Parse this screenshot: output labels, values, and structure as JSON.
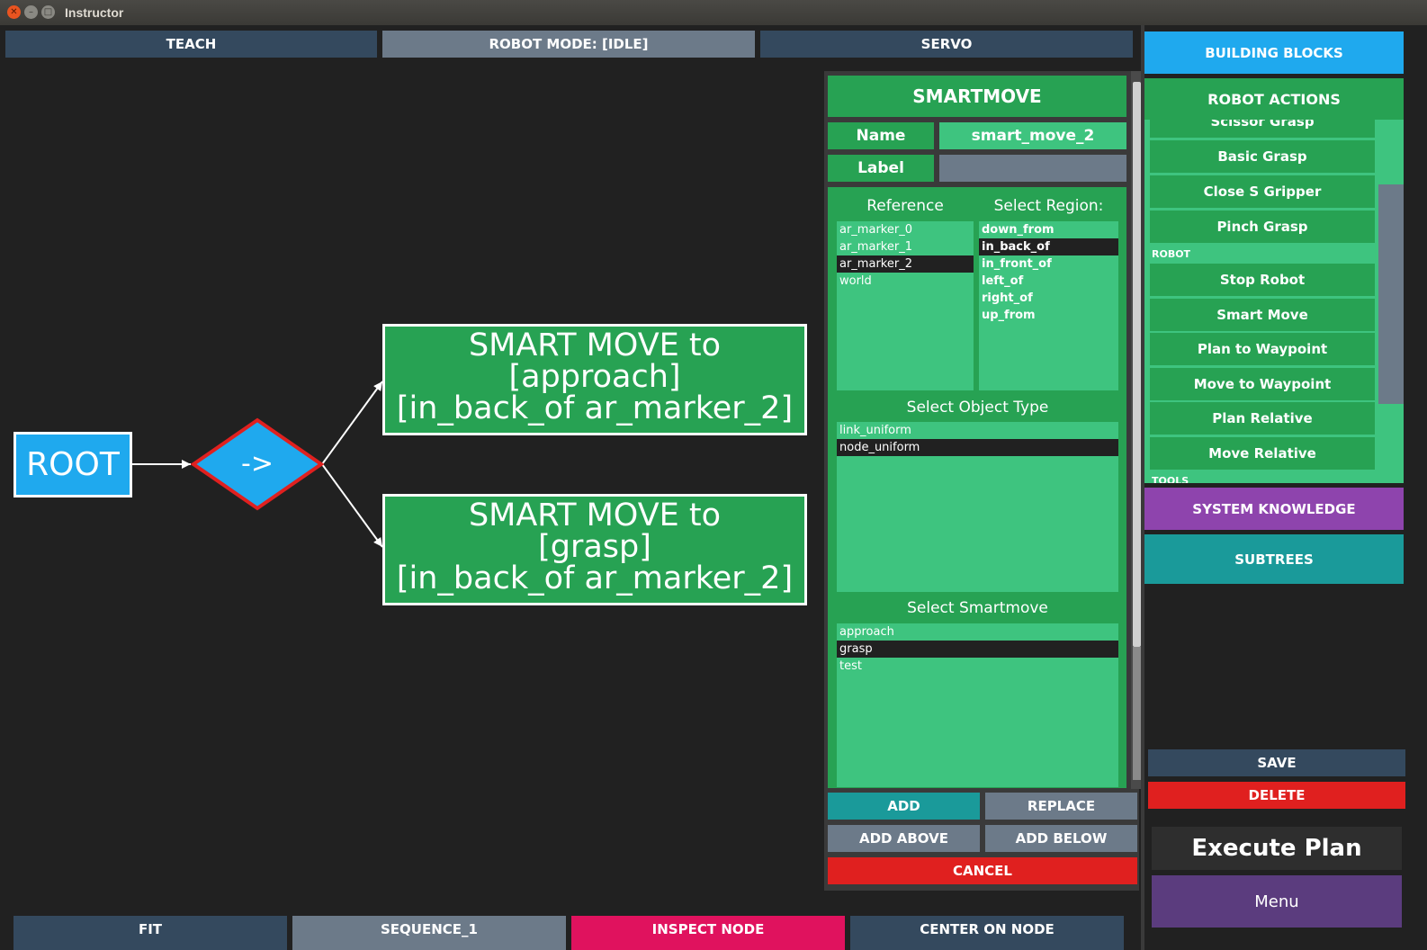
{
  "window": {
    "title": "Instructor"
  },
  "top_bar": {
    "teach": "TEACH",
    "robot_mode": "ROBOT MODE: [IDLE]",
    "servo": "SERVO"
  },
  "graph": {
    "root": "ROOT",
    "sequence_symbol": "->",
    "nodes": [
      {
        "lines": [
          "SMART MOVE to",
          "[approach]",
          "[in_back_of ar_marker_2]"
        ]
      },
      {
        "lines": [
          "SMART MOVE to",
          "[grasp]",
          "[in_back_of ar_marker_2]"
        ]
      }
    ]
  },
  "smartmove_panel": {
    "title": "SMARTMOVE",
    "name_label": "Name",
    "name_value": "smart_move_2",
    "label_label": "Label",
    "label_value": "",
    "reference_header": "Reference",
    "region_header": "Select Region:",
    "references": [
      {
        "text": "ar_marker_0",
        "selected": false
      },
      {
        "text": "ar_marker_1",
        "selected": false
      },
      {
        "text": "ar_marker_2",
        "selected": true
      },
      {
        "text": "world",
        "selected": false
      }
    ],
    "regions": [
      {
        "text": "down_from",
        "selected": false
      },
      {
        "text": "in_back_of",
        "selected": true
      },
      {
        "text": "in_front_of",
        "selected": false
      },
      {
        "text": "left_of",
        "selected": false
      },
      {
        "text": "right_of",
        "selected": false
      },
      {
        "text": "up_from",
        "selected": false
      }
    ],
    "object_type_header": "Select Object Type",
    "object_types": [
      {
        "text": "link_uniform",
        "selected": false
      },
      {
        "text": "node_uniform",
        "selected": true
      }
    ],
    "smartmove_header": "Select Smartmove",
    "smartmoves": [
      {
        "text": "approach",
        "selected": false
      },
      {
        "text": "grasp",
        "selected": true
      },
      {
        "text": "test",
        "selected": false
      }
    ],
    "buttons": {
      "add": "ADD",
      "replace": "REPLACE",
      "add_above": "ADD ABOVE",
      "add_below": "ADD BELOW",
      "cancel": "CANCEL"
    }
  },
  "sidebar": {
    "building_blocks": "BUILDING BLOCKS",
    "robot_actions": "ROBOT ACTIONS",
    "partial_top_item": "Scissor Grasp",
    "grasp_items": [
      "Basic Grasp",
      "Close S Gripper",
      "Pinch Grasp"
    ],
    "robot_section": "ROBOT",
    "robot_items": [
      "Stop Robot",
      "Smart Move",
      "Plan to Waypoint",
      "Move to Waypoint",
      "Plan Relative",
      "Move Relative"
    ],
    "tools_section": "TOOLS",
    "system_knowledge": "SYSTEM KNOWLEDGE",
    "subtrees": "SUBTREES",
    "save": "SAVE",
    "delete": "DELETE",
    "execute_plan": "Execute Plan",
    "menu": "Menu"
  },
  "bottom_bar": {
    "fit": "FIT",
    "sequence": "SEQUENCE_1",
    "inspect_node": "INSPECT NODE",
    "center_on_node": "CENTER ON NODE"
  },
  "colors": {
    "background": "#212121",
    "dark_button": "#34495e",
    "grey_button": "#6c7a89",
    "green_dark": "#27a253",
    "green_light": "#3ec47f",
    "blue": "#1fa9ee",
    "purple": "#8e44ad",
    "teal": "#1a9a9a",
    "red": "#e0201f",
    "pink": "#e0125e",
    "menu_purple": "#5b3c7e"
  }
}
